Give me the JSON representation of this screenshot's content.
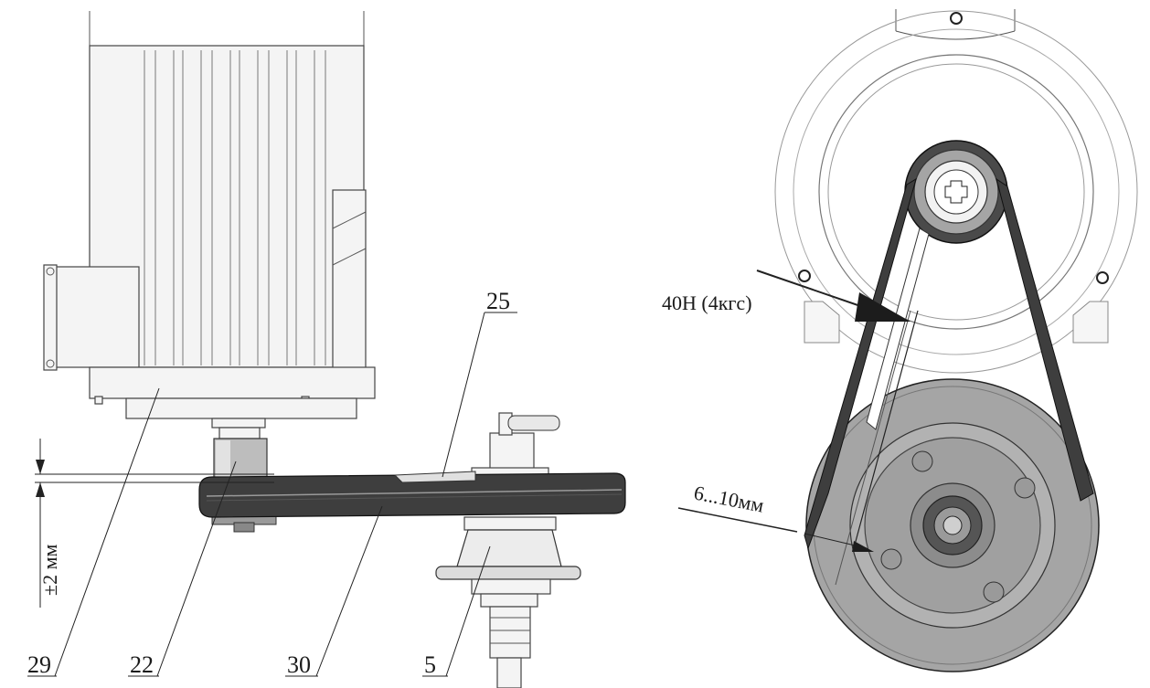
{
  "labels": {
    "motor": "29",
    "motor_pulley": "22",
    "tensioner": "25",
    "belt": "30",
    "driven_pulley": "5"
  },
  "dimensions": {
    "height_tolerance": "±2 мм",
    "tension_force": "40Н (4кгс)",
    "belt_deflection": "6...10мм"
  },
  "colors": {
    "belt": "#3e3e3e",
    "pulley_fill": "#a5a5a5",
    "pulley_dark": "#888888",
    "line": "#222222"
  }
}
